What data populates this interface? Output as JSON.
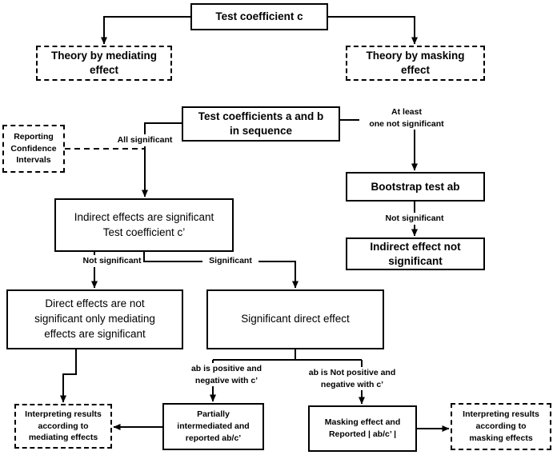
{
  "diagram": {
    "colors": {
      "line": "#000000",
      "background": "#ffffff",
      "text": "#000000"
    },
    "nodes": {
      "test_c": {
        "lines": [
          "Test coefficient c"
        ]
      },
      "theory_mediating": {
        "lines": [
          "Theory by mediating",
          "effect"
        ]
      },
      "theory_masking": {
        "lines": [
          "Theory by masking",
          "effect"
        ]
      },
      "test_ab": {
        "lines": [
          "Test coefficients a and b",
          "in sequence"
        ]
      },
      "reporting_ci": {
        "lines": [
          "Reporting",
          "Confidence",
          "Intervals"
        ]
      },
      "bootstrap_ab": {
        "lines": [
          "Bootstrap test ab"
        ]
      },
      "indirect_not_significant": {
        "lines": [
          "Indirect effect not",
          "significant"
        ]
      },
      "indirect_significant": {
        "lines": [
          "Indirect effects are significant",
          "Test coefficient c’"
        ]
      },
      "direct_not_significant": {
        "lines": [
          "Direct effects are not",
          "significant only mediating",
          "effects are significant"
        ]
      },
      "significant_direct": {
        "lines": [
          "Significant direct effect"
        ]
      },
      "interpret_mediating": {
        "lines": [
          "Interpreting results",
          "according to",
          "mediating effects"
        ]
      },
      "partially_mediated": {
        "lines": [
          "Partially",
          "intermediated and",
          "reported ab/c’"
        ]
      },
      "masking_effect": {
        "lines": [
          "Masking effect and",
          "Reported | ab/c’ |"
        ]
      },
      "interpret_masking": {
        "lines": [
          "Interpreting results",
          "according to",
          "masking effects"
        ]
      }
    },
    "edge_labels": {
      "all_significant": {
        "lines": [
          "All significant"
        ]
      },
      "at_least_one_not_significant": {
        "lines": [
          "At least",
          "one not significant"
        ]
      },
      "not_significant_after_bootstrap": {
        "lines": [
          "Not significant"
        ]
      },
      "not_significant": {
        "lines": [
          "Not significant"
        ]
      },
      "significant": {
        "lines": [
          "Significant"
        ]
      },
      "ab_positive": {
        "lines": [
          "ab is positive and",
          "negative with c’"
        ]
      },
      "ab_not_positive": {
        "lines": [
          "ab is Not positive and",
          "negative with c’"
        ]
      }
    }
  }
}
